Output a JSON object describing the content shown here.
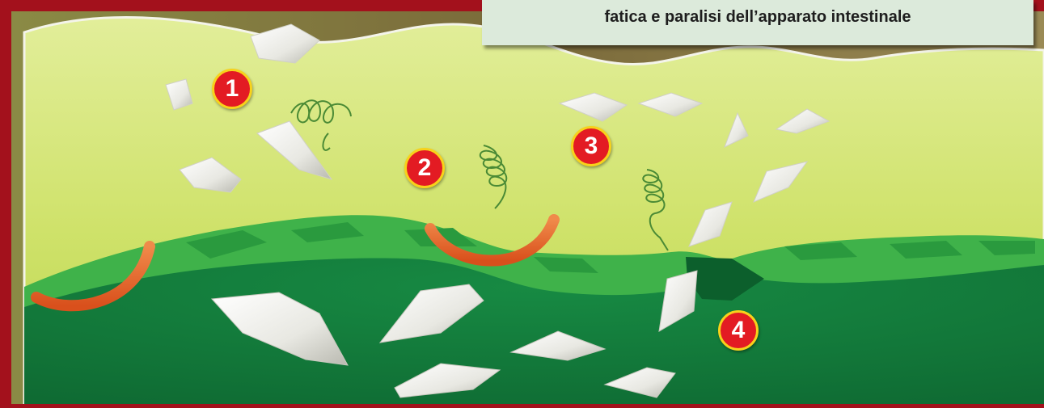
{
  "caption": "fatica e paralisi dell’apparato intestinale",
  "markers": [
    "1",
    "2",
    "3",
    "4"
  ],
  "colors": {
    "frame": "#a3111c",
    "mucus": "#d6e67a",
    "tissue_light": "#3fb24a",
    "tissue_dark": "#127a3a",
    "rod_bacteria": "#e8642a",
    "particles": "#eeeeea",
    "caption_bg": "#dceadb",
    "marker_fill": "#e31b23",
    "marker_ring": "#f7d21b"
  }
}
